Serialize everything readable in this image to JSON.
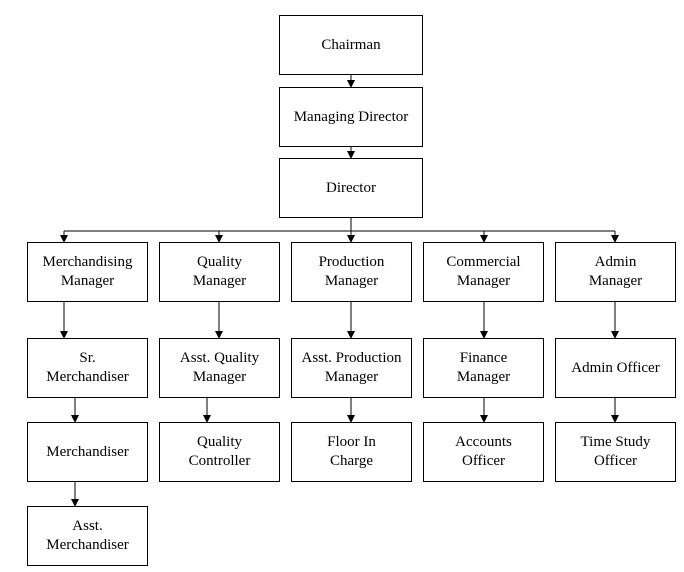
{
  "chart": {
    "top": [
      {
        "id": "chairman",
        "label": "Chairman"
      },
      {
        "id": "md",
        "label": "Managing Director"
      },
      {
        "id": "director",
        "label": "Director"
      }
    ],
    "columns": [
      {
        "id": "merch",
        "items": [
          "Merchandising\nManager",
          "Sr.\nMerchandiser",
          "Merchandiser",
          "Asst.\nMerchandiser"
        ]
      },
      {
        "id": "quality",
        "items": [
          "Quality\nManager",
          "Asst. Quality\nManager",
          "Quality\nController"
        ]
      },
      {
        "id": "production",
        "items": [
          "Production\nManager",
          "Asst. Production\nManager",
          "Floor In\nCharge"
        ]
      },
      {
        "id": "commercial",
        "items": [
          "Commercial\nManager",
          "Finance\nManager",
          "Accounts\nOfficer"
        ]
      },
      {
        "id": "admin",
        "items": [
          "Admin\nManager",
          "Admin Officer",
          "Time Study\nOfficer"
        ]
      }
    ]
  }
}
